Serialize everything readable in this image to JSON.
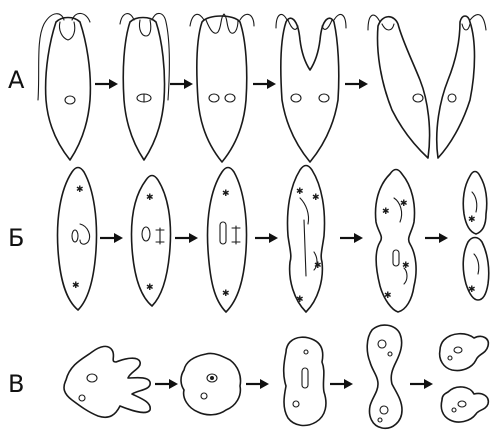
{
  "rows": [
    {
      "label": "А",
      "organism": "flagellate",
      "stages": 5
    },
    {
      "label": "Б",
      "organism": "paramecium",
      "stages": 6
    },
    {
      "label": "В",
      "organism": "amoeba",
      "stages": 5
    }
  ],
  "colors": {
    "ink": "#1a1a1a",
    "background": "#ffffff"
  }
}
